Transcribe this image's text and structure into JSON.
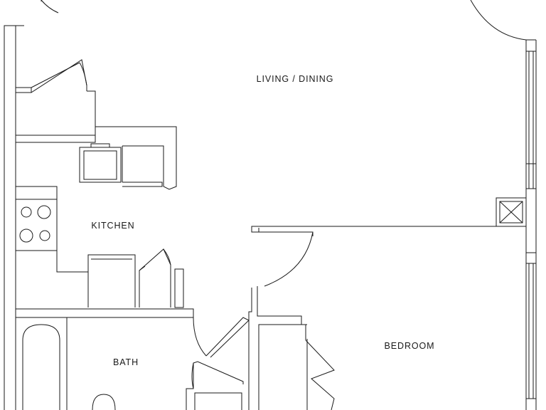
{
  "plan": {
    "rooms": [
      {
        "id": "living",
        "label": "LIVING / DINING"
      },
      {
        "id": "kitchen",
        "label": "KITCHEN"
      },
      {
        "id": "bath",
        "label": "BATH"
      },
      {
        "id": "bedroom",
        "label": "BEDROOM"
      }
    ]
  }
}
